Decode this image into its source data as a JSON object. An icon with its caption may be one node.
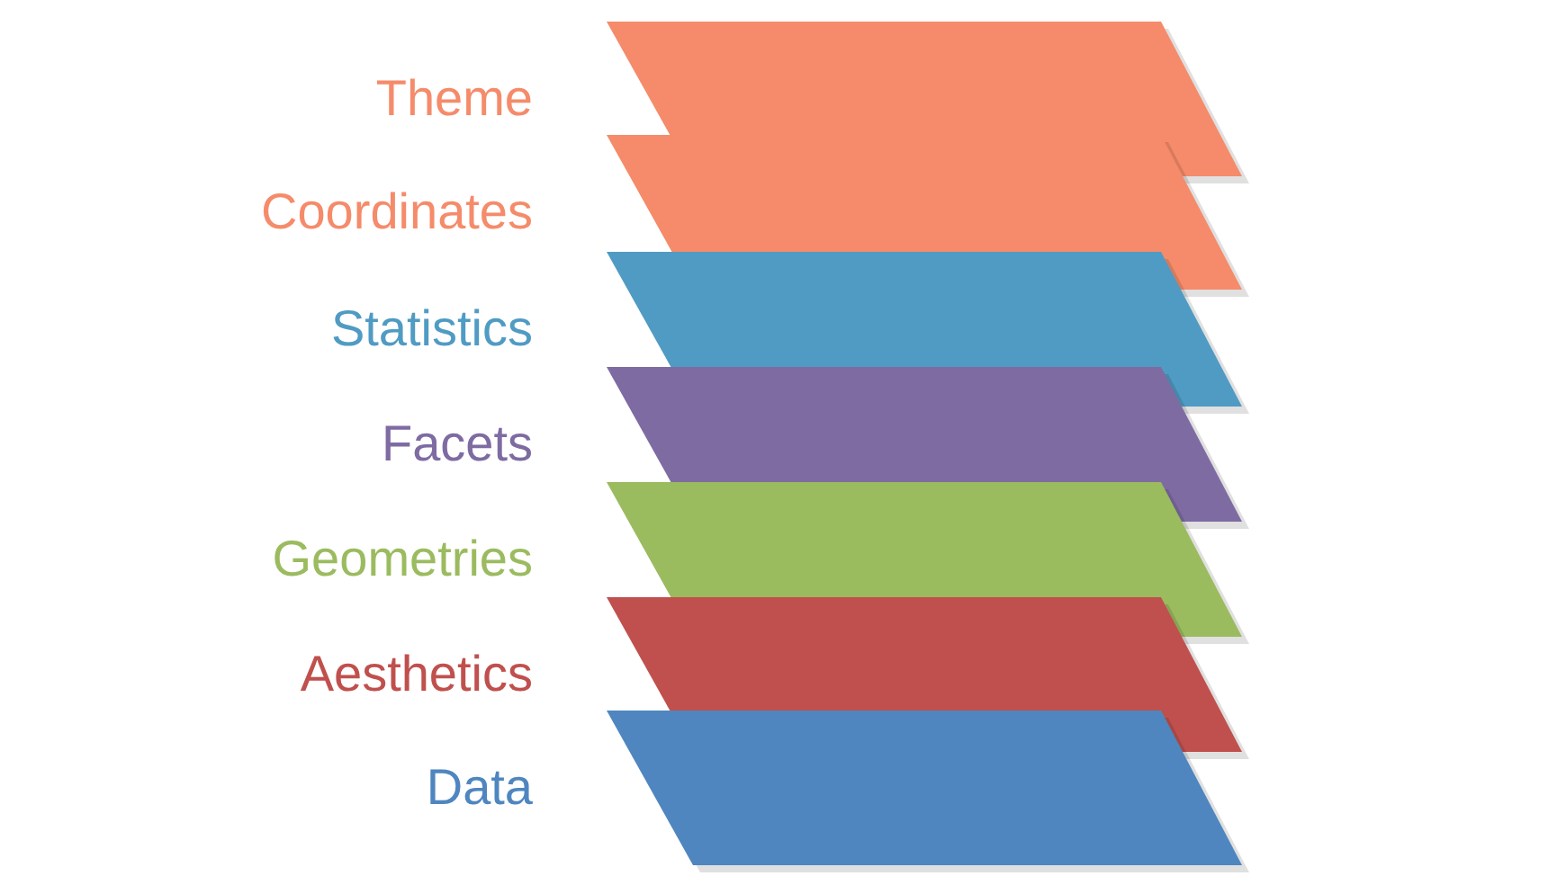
{
  "diagram": {
    "nodes": [
      {
        "text": [
          "Theme"
        ]
      },
      {
        "text": [
          "Coordinates"
        ]
      },
      {
        "text": [
          "Statistics"
        ]
      },
      {
        "text": [
          "Facets"
        ]
      },
      {
        "text": [
          "Geometries"
        ]
      },
      {
        "text": [
          "Aesthetics"
        ]
      },
      {
        "text": [
          "Data"
        ]
      }
    ]
  }
}
